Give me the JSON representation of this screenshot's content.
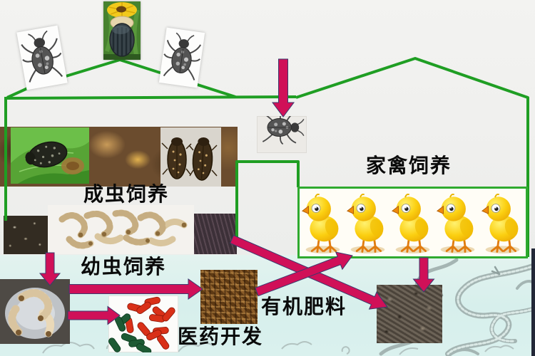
{
  "labels": {
    "adult_rearing": "成虫饲养",
    "larva_rearing": "幼虫饲养",
    "poultry_rearing": "家禽饲养",
    "organic_fertilizer": "有机肥料",
    "medicine_development": "医药开发"
  },
  "poultry": {
    "chick_count": 5
  },
  "colors": {
    "flow_line_green": "#1f9e23",
    "arrow_magenta": "#d01058",
    "arrow_outline": "#3b3b6e",
    "box_border_green": "#2faa2f",
    "background_top": "#f0f0ee",
    "background_bottom": "#d9f0ec",
    "label_text": "#0a0a0a",
    "chick_yellow": "#fbcf10"
  },
  "figures": {
    "top_left": "beetle-specimen-card",
    "top_center": "beetle-on-flower-photo",
    "top_right": "beetle-specimen-card",
    "center": "beetle-line-drawing",
    "adult_row_left": "beetle-on-leaf-photo",
    "adult_row_right": "two-beetles-photo",
    "larvae_row": "larvae-photo-strip",
    "bottom_left": "grub-larvae-photo",
    "capsules": "medicine-capsules-photo",
    "pellets": "feed-pellets-photo",
    "compost": "organic-compost-photo",
    "watermark": "dragon-cloud-pattern"
  }
}
